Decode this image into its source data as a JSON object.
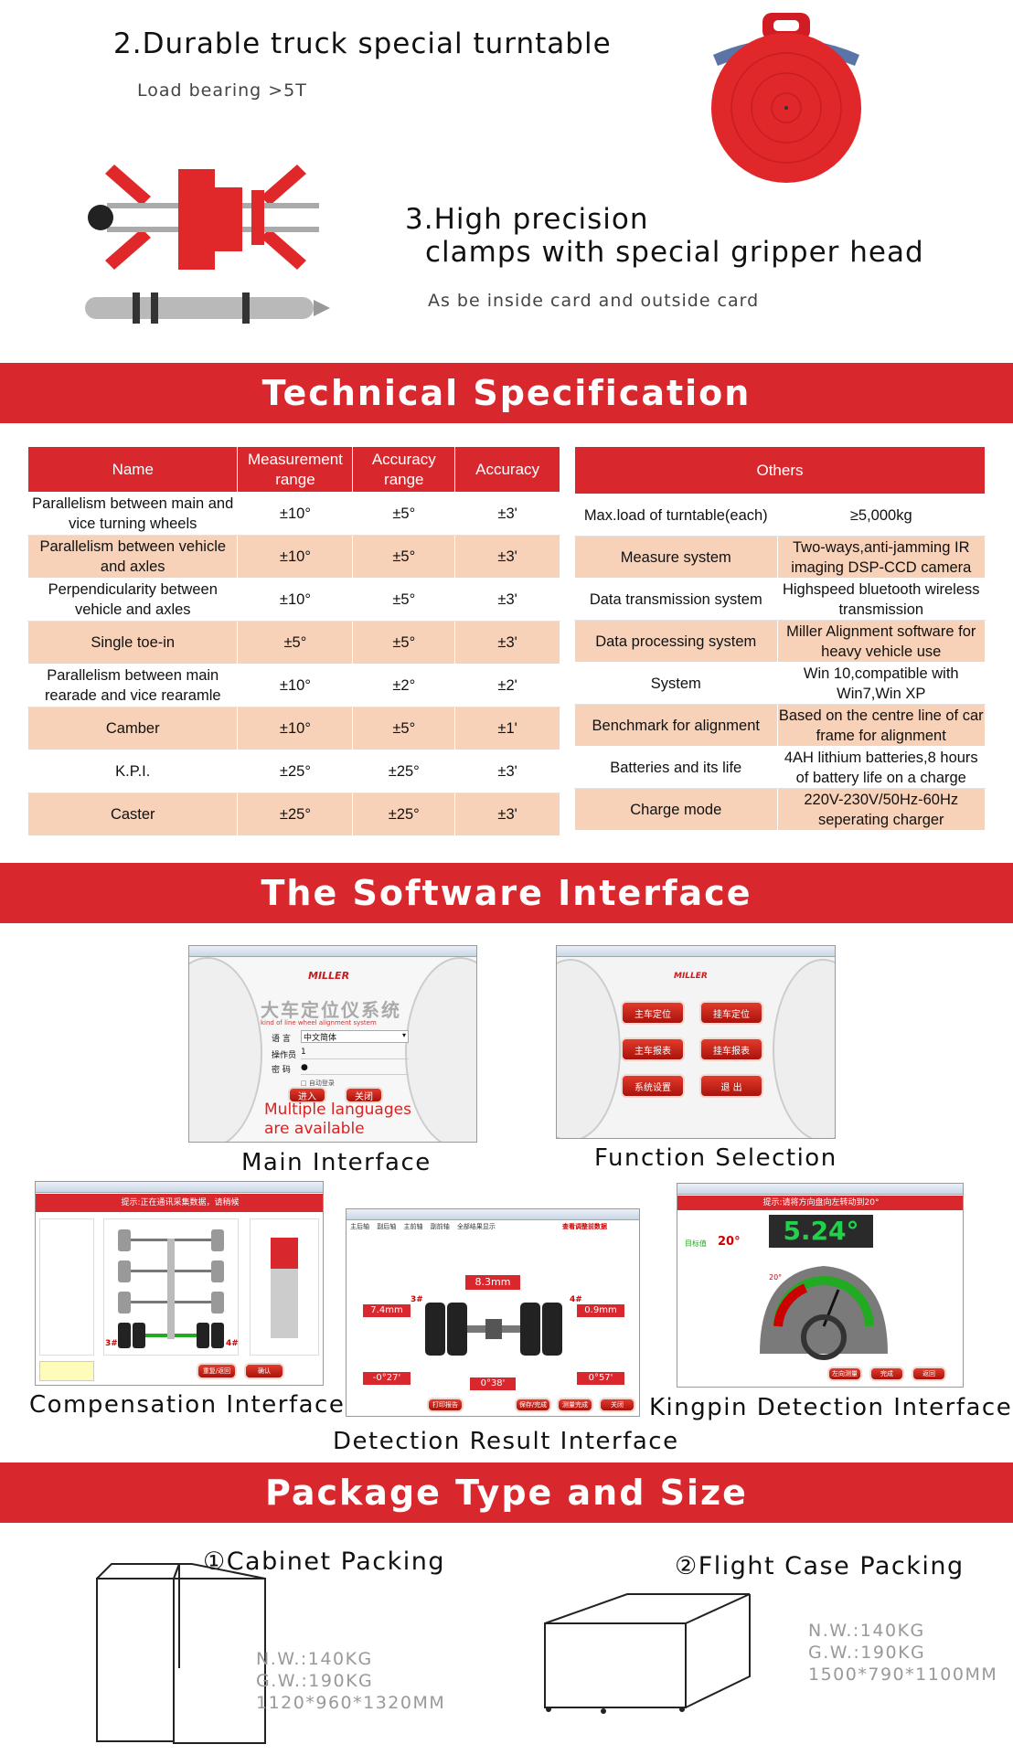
{
  "turntable": {
    "title": "2.Durable truck special turntable",
    "subtitle": "Load bearing >5T"
  },
  "clamps": {
    "title_line1": "3.High precision",
    "title_line2": "clamps with special gripper head",
    "subtitle": "As be inside card and outside card"
  },
  "banners": {
    "tech_spec": "Technical Specification",
    "software": "The Software Interface",
    "package": "Package Type and Size"
  },
  "spec_table_left": {
    "headers": [
      "Name",
      "Measurement range",
      "Accuracy range",
      "Accuracy"
    ],
    "rows": [
      [
        "Parallelism between main and vice turning wheels",
        "±10°",
        "±5°",
        "±3'"
      ],
      [
        "Parallelism between vehicle and axles",
        "±10°",
        "±5°",
        "±3'"
      ],
      [
        "Perpendicularity between vehicle and axles",
        "±10°",
        "±5°",
        "±3'"
      ],
      [
        "Single toe-in",
        "±5°",
        "±5°",
        "±3'"
      ],
      [
        "Parallelism between main rearade and vice rearamle",
        "±10°",
        "±2°",
        "±2'"
      ],
      [
        "Camber",
        "±10°",
        "±5°",
        "±1'"
      ],
      [
        "K.P.I.",
        "±25°",
        "±25°",
        "±3'"
      ],
      [
        "Caster",
        "±25°",
        "±25°",
        "±3'"
      ]
    ]
  },
  "spec_table_right": {
    "header": "Others",
    "rows": [
      [
        "Max.load of turntable(each)",
        "≥5,000kg"
      ],
      [
        "Measure system",
        "Two-ways,anti-jamming IR imaging DSP-CCD camera"
      ],
      [
        "Data transmission system",
        "Highspeed bluetooth wireless transmission"
      ],
      [
        "Data processing system",
        "Miller Alignment software for heavy vehicle use"
      ],
      [
        "System",
        "Win 10,compatible with Win7,Win XP"
      ],
      [
        "Benchmark for alignment",
        "Based on the centre line of car frame for alignment"
      ],
      [
        "Batteries and its life",
        "4AH lithium batteries,8 hours of battery life on a charge"
      ],
      [
        "Charge mode",
        "220V-230V/50Hz-60Hz seperating charger"
      ]
    ]
  },
  "screens": {
    "main": {
      "caption": "Main Interface",
      "logo": "MILLER",
      "system_cn": "大车定位仪系统",
      "system_en": "kind of line wheel alignment system",
      "language_label": "语 言",
      "language_value": "中文简体",
      "operator_label": "操作员",
      "operator_value": "1",
      "password_label": "密 码",
      "auto_login": "自动登录",
      "enter_btn": "进入",
      "close_btn": "关闭",
      "overlay_line1": "Multiple languages",
      "overlay_line2": "are available"
    },
    "function": {
      "caption": "Function Selection",
      "logo": "MILLER",
      "buttons": [
        "主车定位",
        "挂车定位",
        "主车报表",
        "挂车报表",
        "系统设置",
        "退 出"
      ]
    },
    "compensation": {
      "caption": "Compensation Interface",
      "prompt": "提示:正在通讯采集数据，请稍候",
      "axle_left": "3#",
      "axle_right": "4#",
      "btn1": "重复/返回",
      "btn2": "确认"
    },
    "detection": {
      "caption": "Detection Result Interface",
      "tabs": [
        "主后轴",
        "副后轴",
        "主前轴",
        "副前轴",
        "全部结果显示"
      ],
      "title_right": "查看调整前数据",
      "center_value": "8.3mm",
      "left_top": "7.4mm",
      "right_top": "0.9mm",
      "left_bottom": "-0°27'",
      "center_bottom": "0°38'",
      "right_bottom": "0°57'",
      "axle_left": "3#",
      "axle_right": "4#",
      "btns": [
        "打印报告",
        "保存/完成",
        "测量完成",
        "关闭"
      ]
    },
    "kingpin": {
      "caption": "Kingpin Detection Interface",
      "prompt": "提示:请将方向盘向左转动到20°",
      "big_value": "5.24°",
      "target_label": "目标值",
      "target_value": "20°",
      "gauge_value": "20°",
      "btns": [
        "左向测量",
        "完成",
        "返回"
      ]
    }
  },
  "packages": {
    "cabinet": {
      "title": "①Cabinet Packing",
      "nw": "N.W.:140KG",
      "gw": "G.W.:190KG",
      "size": "1120*960*1320MM"
    },
    "flight": {
      "title": "②Flight Case Packing",
      "nw": "N.W.:140KG",
      "gw": "G.W.:190KG",
      "size": "1500*790*1100MM"
    }
  },
  "colors": {
    "banner_red": "#d8282e",
    "row_peach": "#f8d2b8"
  }
}
